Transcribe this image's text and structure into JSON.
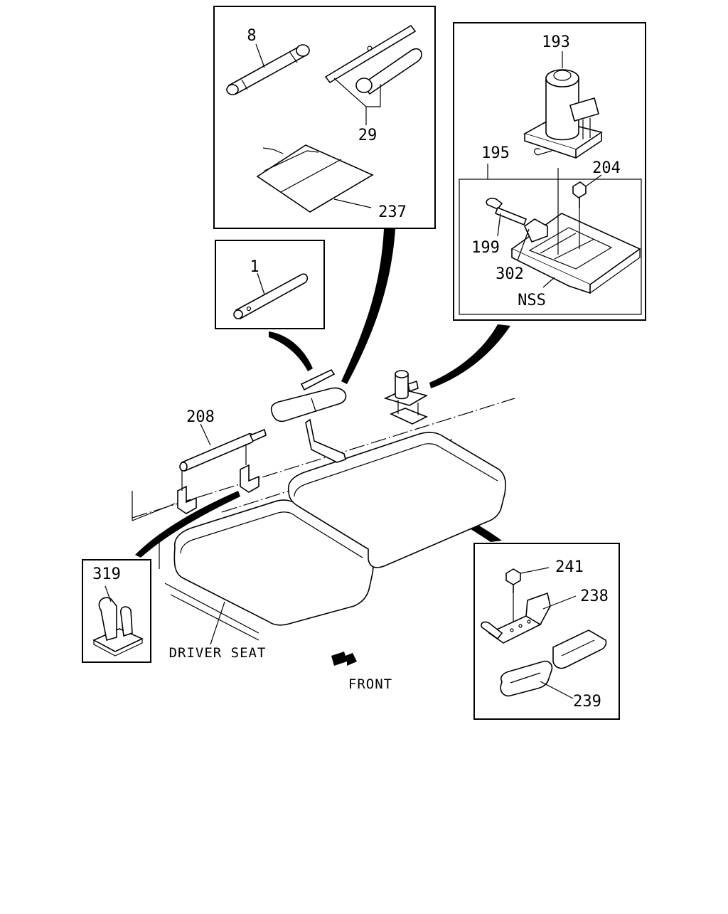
{
  "labels": {
    "p8": "8",
    "p29": "29",
    "p237": "237",
    "p1": "1",
    "p193": "193",
    "p195": "195",
    "p204": "204",
    "p199": "199",
    "p302": "302",
    "nss": "NSS",
    "p208": "208",
    "p319": "319",
    "p241": "241",
    "p238": "238",
    "p239": "239",
    "driver_seat": "DRIVER SEAT",
    "front": "FRONT"
  }
}
